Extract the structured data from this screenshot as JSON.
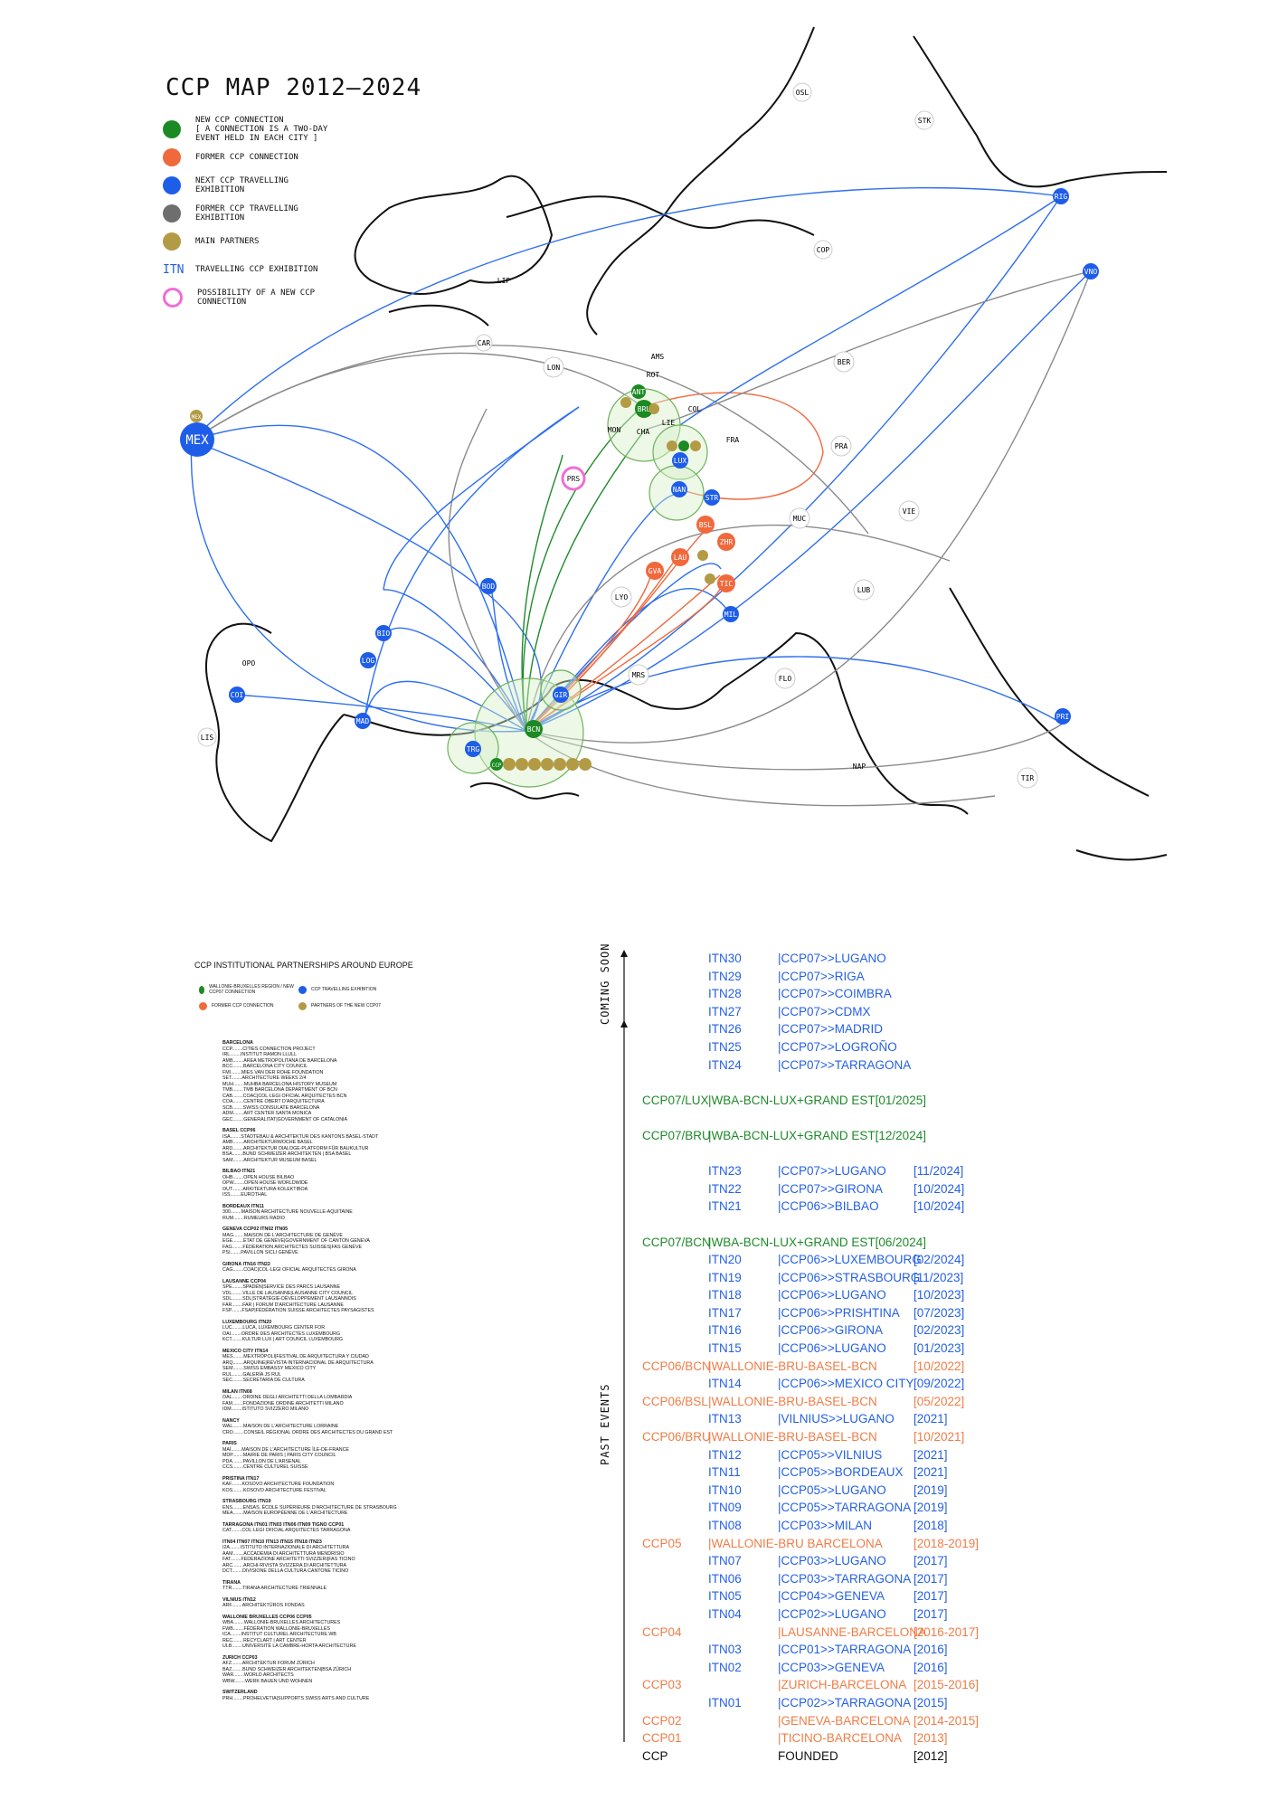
{
  "map": {
    "title": "CCP MAP 2012—2024",
    "legend": [
      {
        "kind": "dot",
        "color": "#1b8a22",
        "text": "NEW CCP CONNECTION\n[ A CONNECTION IS A TWO-DAY\nEVENT HELD IN EACH CITY ]"
      },
      {
        "kind": "dot",
        "color": "#f0693c",
        "text": "FORMER CCP CONNECTION"
      },
      {
        "kind": "dot",
        "color": "#1e5de8",
        "text": "NEXT CCP TRAVELLING\nEXHIBITION"
      },
      {
        "kind": "dot",
        "color": "#6e6e6e",
        "text": "FORMER CCP TRAVELLING\nEXHIBITION"
      },
      {
        "kind": "dot",
        "color": "#b39a45",
        "text": "MAIN PARTNERS"
      },
      {
        "kind": "itn",
        "key": "ITN",
        "color": "#1e5de8",
        "text": "TRAVELLING CCP EXHIBITION"
      },
      {
        "kind": "ring",
        "color": "#f06dd6",
        "text": "POSSIBILITY OF A NEW CCP\nCONNECTION"
      }
    ],
    "cities": [
      {
        "code": "OSL",
        "type": "label"
      },
      {
        "code": "STK",
        "type": "label"
      },
      {
        "code": "COP",
        "type": "label"
      },
      {
        "code": "LIP",
        "type": "label"
      },
      {
        "code": "CAR",
        "type": "label"
      },
      {
        "code": "LON",
        "type": "label"
      },
      {
        "code": "AMS",
        "type": "label"
      },
      {
        "code": "ROT",
        "type": "label"
      },
      {
        "code": "BER",
        "type": "label"
      },
      {
        "code": "COL",
        "type": "label"
      },
      {
        "code": "FRA",
        "type": "label"
      },
      {
        "code": "PRA",
        "type": "label"
      },
      {
        "code": "VIE",
        "type": "label"
      },
      {
        "code": "MUC",
        "type": "label"
      },
      {
        "code": "LUB",
        "type": "label"
      },
      {
        "code": "LYO",
        "type": "label"
      },
      {
        "code": "MRS",
        "type": "label"
      },
      {
        "code": "FLO",
        "type": "label"
      },
      {
        "code": "NAP",
        "type": "label"
      },
      {
        "code": "TIR",
        "type": "label"
      },
      {
        "code": "OPO",
        "type": "label"
      },
      {
        "code": "LIS",
        "type": "label"
      },
      {
        "code": "CHA",
        "type": "label"
      },
      {
        "code": "MON",
        "type": "label"
      },
      {
        "code": "LIE",
        "type": "label"
      },
      {
        "code": "RIG",
        "type": "blue"
      },
      {
        "code": "VNO",
        "type": "blue"
      },
      {
        "code": "MEX",
        "type": "blue"
      },
      {
        "code": "BOD",
        "type": "blue"
      },
      {
        "code": "BIO",
        "type": "blue"
      },
      {
        "code": "LOG",
        "type": "blue"
      },
      {
        "code": "COI",
        "type": "blue"
      },
      {
        "code": "MAD",
        "type": "blue"
      },
      {
        "code": "PRI",
        "type": "blue"
      },
      {
        "code": "MIL",
        "type": "blue"
      },
      {
        "code": "LUX",
        "type": "blue"
      },
      {
        "code": "NAN",
        "type": "blue"
      },
      {
        "code": "STR",
        "type": "blue"
      },
      {
        "code": "GIR",
        "type": "blue"
      },
      {
        "code": "TRG",
        "type": "blue"
      },
      {
        "code": "BRU",
        "type": "green"
      },
      {
        "code": "ANT",
        "type": "green"
      },
      {
        "code": "BCN",
        "type": "green"
      },
      {
        "code": "BSL",
        "type": "orange"
      },
      {
        "code": "ZHR",
        "type": "orange"
      },
      {
        "code": "LAU",
        "type": "orange"
      },
      {
        "code": "GVA",
        "type": "orange"
      },
      {
        "code": "TIC",
        "type": "orange"
      },
      {
        "code": "PRS",
        "type": "pink"
      },
      {
        "code": "MEX",
        "type": "partner"
      },
      {
        "code": "CCP",
        "type": "partner"
      }
    ]
  },
  "partnerships": {
    "title": "CCP INSTITUTIONAL PARTNERSHIPS AROUND EUROPE",
    "legend": [
      {
        "color": "#1b8a22",
        "text": "WALLONIE-BRUXELLES REGION / NEW CCP07 CONNECTION"
      },
      {
        "color": "#1e5de8",
        "text": "CCP TRAVELLING EXHIBITION"
      },
      {
        "color": "#f0693c",
        "text": "FORMER CCP CONNECTION"
      },
      {
        "color": "#b39a45",
        "text": "PARTNERS OF THE NEW CCP07"
      }
    ],
    "groups": [
      {
        "head": "BARCELONA",
        "items": [
          "CCP........CITIES CONNECTION PROJECT",
          "IRL........INSTITUT RAMON LLULL",
          "AMB........AREA METROPOLITANA DE BARCELONA",
          "BCC........BARCELONA CITY COUNCIL",
          "FMI........MIES VAN DER ROHE FOUNDATION",
          "SET........ARCHITECTURE WEEKS 2/4",
          "MUH........MUHBA BARCELONA HISTORY MUSEUM",
          "TMB........TMB BARCELONA DEPARTMENT OF BCN",
          "CAB........COAC|COL·LEGI OFICIAL ARQUITECTES BCN",
          "COA........CENTRE OBERT D'ARQUITECTURA",
          "SCB........SWISS CONSULATE BARCELONA",
          "ADM........ART CENTER SANTA MONICA",
          "GEC........GENERALITAT|GOVERNMENT OF CATALONIA"
        ]
      },
      {
        "head": "BASEL CCP06",
        "items": [
          "ISA........STADTEBAU & ARCHITEKTUR DES KANTONS BASEL-STADT",
          "AMB........ARCHITEKTURWOCHE BASEL",
          "ARD........ARCHITEKTUR DIALOGE-PLATFORM FÜR BAUKULTUR",
          "BSA........BUND SCHWEIZER ARCHITEKTEN | BSA BASEL",
          "SAM........ARCHITEKTUR MUSEUM BASEL"
        ]
      },
      {
        "head": "BILBAO ITN21",
        "items": [
          "OHB........OPEN HOUSE BILBAO",
          "OPW........OPEN HOUSE WORLDWIDE",
          "OUT........ARKITEKTURA KOLEKTIBOA",
          "ISS........EUROTHAL"
        ]
      },
      {
        "head": "BORDEAUX ITN11",
        "items": [
          "300........MAISON ARCHITECTURE NOUVELLE-AQUITAINE",
          "RUM........RUMEURS RADIO"
        ]
      },
      {
        "head": "GENEVA CCP02 ITN02 ITN05",
        "items": [
          "MAG........MAISON DE L'ARCHITECTURE DE GENÈVE",
          "EGE........ÉTAT DE GENÈVE|GOVERNMENT OF CANTON GENEVA",
          "FAG........FÉDÉRATION ARCHITECTES SUISSES|FAS GENÈVE",
          "PSI........PAVILLON SICLI GENÈVE"
        ]
      },
      {
        "head": "GIRONA ITN16 ITN22",
        "items": [
          "CAG........COAC|COL·LEGI OFICIAL ARQUITECTES GIRONA"
        ]
      },
      {
        "head": "LAUSANNE CCP04",
        "items": [
          "SPE........SPADÉN|SERVICE DES PARCS LAUSANNE",
          "VDL........VILLE DE LAUSANNE|LAUSANNE CITY COUNCIL",
          "SDL........SDL|STRATÉGIE-DÉVELOPPEMENT LAUSANNOIS",
          "FAR........FAR | FORUM D'ARCHITECTURE LAUSANNE",
          "FSP........FSAP|FÉDÉRATION SUISSE ARCHITECTES PAYSAGISTES"
        ]
      },
      {
        "head": "LUXEMBOURG ITN20",
        "items": [
          "LUC........LUCA, LUXEMBOURG CENTER FOR",
          "OAI........ORDRE DES ARCHITECTES LUXEMBOURG",
          "KCT........KULTUR LUX | ART COUNCIL LUXEMBOURG"
        ]
      },
      {
        "head": "MEXICO CITY ITN14",
        "items": [
          "MES........MEXTRÓPOLI|FESTIVAL DE ARQUITECTURA Y CIUDAD",
          "ARQ........ARQUINE|REVISTA INTERNACIONAL DE ARQUITECTURA",
          "SEM........SWISS EMBASSY MEXICO CITY",
          "RUL........GALERÍA JS RUL",
          "SEC........SECRETARÍA DE CULTURA"
        ]
      },
      {
        "head": "MILAN ITN08",
        "items": [
          "OAL........ORDINE DEGLI ARCHITETTI DELLA LOMBARDIA",
          "FAM........FONDAZIONE ORDINE ARCHITETTI MILANO",
          "IDM........ISTITUTO SVIZZERO MILANO"
        ]
      },
      {
        "head": "NANCY",
        "items": [
          "WAL........MAISON DE L'ARCHITECTURE LORRAINE",
          "CRO........CONSEIL RÉGIONAL ORDRE DES ARCHITECTES DU GRAND EST"
        ]
      },
      {
        "head": "PARIS",
        "items": [
          "MAÎ........MAISON DE L'ARCHITECTURE ÎLE-DE-FRANCE",
          "MDP........MAIRIE DE PARIS | PARIS CITY COUNCIL",
          "PDA........PAVILLON DE L'ARSENAL",
          "CCS........CENTRE CULTUREL SUISSE"
        ]
      },
      {
        "head": "PRISTINA ITN17",
        "items": [
          "KAF........KOSOVO ARCHITECTURE FOUNDATION",
          "KOS........KOSOVO ARCHITECTURE FESTIVAL"
        ]
      },
      {
        "head": "STRASBOURG ITN19",
        "items": [
          "ENS........ENSAS, ÉCOLE SUPÉRIEURE D'ARCHITECTURE DE STRASBOURG",
          "MEA........MAISON EUROPÉENNE DE L'ARCHITECTURE"
        ]
      },
      {
        "head": "TARRAGONA ITN01 ITN03 ITN06 ITN09 TIGNO CCP01",
        "items": [
          "CAT........COL·LEGI OFICIAL ARQUITECTES TARRAGONA"
        ]
      },
      {
        "head": "ITN04 ITN07 ITN10 ITN13 ITN15 ITN18 ITN23",
        "items": [
          "I2A........ISTITUTO INTERNAZIONALE DI ARCHITETTURA",
          "AAM........ACCADEMIA DI ARCHITETTURA MENDRISIO",
          "FAT........FEDERAZIONE ARCHITETTI SVIZZERI|FAS TICINO",
          "ARC........ARCHI-RIVISTA SVIZZERA DI ARCHITETTURA",
          "DCT........DIVISIONE DELLA CULTURA CANTONE TICINO"
        ]
      },
      {
        "head": "TIRANA",
        "items": [
          "TTR........TIRANA ARCHITECTURE TRIENNALE"
        ]
      },
      {
        "head": "VILNIUS ITN12",
        "items": [
          "ARF........ARCHITEKTŪROS FONDAS"
        ]
      },
      {
        "head": "WALLONIE BRUXELLES CCP06 CCP05",
        "items": [
          "WBA........WALLONIE-BRUXELLES ARCHITECTURES",
          "FWB........FÉDÉRATION WALLONIE-BRUXELLES",
          "ICA........INSTITUT CULTUREL ARCHITECTURE WB",
          "REC........RECYCLART | ART CENTER",
          "ULB........UNIVERSITÉ LA CAMBRE-HORTA ARCHITECTURE"
        ]
      },
      {
        "head": "ZURICH CCP03",
        "items": [
          "AFZ........ARCHITEKTUR FORUM ZÜRICH",
          "BAZ........BUND SCHWEIZER ARCHITEKTEN|BSA ZÜRICH",
          "WAR........WORLD ARCHITECTS",
          "WBW........WERK BAUEN UND WOHNEN"
        ]
      },
      {
        "head": "SWITZERLAND",
        "items": [
          "PRH........PROHELVETIA|SUPPORTS SWISS ARTS AND CULTURE"
        ]
      }
    ]
  },
  "timeline": {
    "coming_soon": "COMING SOON",
    "past_events": "PAST EVENTS",
    "rows": [
      {
        "code": "",
        "itn": "ITN30",
        "route": "|CCP07>>LUGANO",
        "date": "",
        "color": "blue"
      },
      {
        "code": "",
        "itn": "ITN29",
        "route": "|CCP07>>RIGA",
        "date": "",
        "color": "blue"
      },
      {
        "code": "",
        "itn": "ITN28",
        "route": "|CCP07>>COIMBRA",
        "date": "",
        "color": "blue"
      },
      {
        "code": "",
        "itn": "ITN27",
        "route": "|CCP07>>CDMX",
        "date": "",
        "color": "blue"
      },
      {
        "code": "",
        "itn": "ITN26",
        "route": "|CCP07>>MADRID",
        "date": "",
        "color": "blue"
      },
      {
        "code": "",
        "itn": "ITN25",
        "route": "|CCP07>>LOGROÑO",
        "date": "",
        "color": "blue"
      },
      {
        "code": "",
        "itn": "ITN24",
        "route": "|CCP07>>TARRAGONA",
        "date": "",
        "color": "blue"
      },
      {
        "code": "",
        "itn": "",
        "route": "",
        "date": "",
        "color": "blue"
      },
      {
        "code": "CCP07/LUX",
        "itn": "|WBA-BCN-LUX+GRAND EST[01/2025]",
        "route": "",
        "date": "",
        "color": "green"
      },
      {
        "code": "",
        "itn": "",
        "route": "",
        "date": "",
        "color": "blue"
      },
      {
        "code": "CCP07/BRU",
        "itn": "|WBA-BCN-LUX+GRAND EST[12/2024]",
        "route": "",
        "date": "",
        "color": "green"
      },
      {
        "code": "",
        "itn": "",
        "route": "",
        "date": "",
        "color": "blue"
      },
      {
        "code": "",
        "itn": "ITN23",
        "route": "|CCP07>>LUGANO",
        "date": "[11/2024]",
        "color": "blue"
      },
      {
        "code": "",
        "itn": "ITN22",
        "route": "|CCP07>>GIRONA",
        "date": "[10/2024]",
        "color": "blue"
      },
      {
        "code": "",
        "itn": "ITN21",
        "route": "|CCP06>>BILBAO",
        "date": "[10/2024]",
        "color": "blue"
      },
      {
        "code": "",
        "itn": "",
        "route": "",
        "date": "",
        "color": "blue"
      },
      {
        "code": "CCP07/BCN",
        "itn": "|WBA-BCN-LUX+GRAND EST[06/2024]",
        "route": "",
        "date": "",
        "color": "green"
      },
      {
        "code": "",
        "itn": "ITN20",
        "route": "|CCP06>>LUXEMBOURG",
        "date": "[02/2024]",
        "color": "blue"
      },
      {
        "code": "",
        "itn": "ITN19",
        "route": "|CCP06>>STRASBOURG",
        "date": "[11/2023]",
        "color": "blue"
      },
      {
        "code": "",
        "itn": "ITN18",
        "route": "|CCP06>>LUGANO",
        "date": "[10/2023]",
        "color": "blue"
      },
      {
        "code": "",
        "itn": "ITN17",
        "route": "|CCP06>>PRISHTINA",
        "date": "[07/2023]",
        "color": "blue"
      },
      {
        "code": "",
        "itn": "ITN16",
        "route": "|CCP06>>GIRONA",
        "date": "[02/2023]",
        "color": "blue"
      },
      {
        "code": "",
        "itn": "ITN15",
        "route": "|CCP06>>LUGANO",
        "date": "[01/2023]",
        "color": "blue"
      },
      {
        "code": "CCP06/BCN",
        "itn": "|WALLONIE-BRU-BASEL-BCN",
        "route": "",
        "date": "[10/2022]",
        "color": "orange"
      },
      {
        "code": "",
        "itn": "ITN14",
        "route": "|CCP06>>MEXICO CITY",
        "date": "[09/2022]",
        "color": "blue"
      },
      {
        "code": "CCP06/BSL",
        "itn": "|WALLONIE-BRU-BASEL-BCN",
        "route": "",
        "date": "[05/2022]",
        "color": "orange"
      },
      {
        "code": "",
        "itn": "ITN13",
        "route": "|VILNIUS>>LUGANO",
        "date": "[2021]",
        "color": "blue"
      },
      {
        "code": "CCP06/BRU",
        "itn": "|WALLONIE-BRU-BASEL-BCN",
        "route": "",
        "date": "[10/2021]",
        "color": "orange"
      },
      {
        "code": "",
        "itn": "ITN12",
        "route": "|CCP05>>VILNIUS",
        "date": "[2021]",
        "color": "blue"
      },
      {
        "code": "",
        "itn": "ITN11",
        "route": "|CCP05>>BORDEAUX",
        "date": "[2021]",
        "color": "blue"
      },
      {
        "code": "",
        "itn": "ITN10",
        "route": "|CCP05>>LUGANO",
        "date": "[2019]",
        "color": "blue"
      },
      {
        "code": "",
        "itn": "ITN09",
        "route": "|CCP05>>TARRAGONA",
        "date": "[2019]",
        "color": "blue"
      },
      {
        "code": "",
        "itn": "ITN08",
        "route": "|CCP03>>MILAN",
        "date": "[2018]",
        "color": "blue"
      },
      {
        "code": "CCP05",
        "itn": "|WALLONIE-BRU BARCELONA",
        "route": "",
        "date": "[2018-2019]",
        "color": "orange"
      },
      {
        "code": "",
        "itn": "ITN07",
        "route": "|CCP03>>LUGANO",
        "date": "[2017]",
        "color": "blue"
      },
      {
        "code": "",
        "itn": "ITN06",
        "route": "|CCP03>>TARRAGONA",
        "date": "[2017]",
        "color": "blue"
      },
      {
        "code": "",
        "itn": "ITN05",
        "route": "|CCP04>>GENEVA",
        "date": "[2017]",
        "color": "blue"
      },
      {
        "code": "",
        "itn": "ITN04",
        "route": "|CCP02>>LUGANO",
        "date": "[2017]",
        "color": "blue"
      },
      {
        "code": "CCP04",
        "itn": "",
        "route": "|LAUSANNE-BARCELONA",
        "date": "[2016-2017]",
        "color": "orange"
      },
      {
        "code": "",
        "itn": "ITN03",
        "route": "|CCP01>>TARRAGONA",
        "date": "[2016]",
        "color": "blue"
      },
      {
        "code": "",
        "itn": "ITN02",
        "route": "|CCP03>>GENEVA",
        "date": "[2016]",
        "color": "blue"
      },
      {
        "code": "CCP03",
        "itn": "",
        "route": "|ZURICH-BARCELONA",
        "date": "[2015-2016]",
        "color": "orange"
      },
      {
        "code": "",
        "itn": "ITN01",
        "route": "|CCP02>>TARRAGONA",
        "date": "[2015]",
        "color": "blue"
      },
      {
        "code": "CCP02",
        "itn": "",
        "route": "|GENEVA-BARCELONA",
        "date": "[2014-2015]",
        "color": "orange"
      },
      {
        "code": "CCP01",
        "itn": "",
        "route": "|TICINO-BARCELONA",
        "date": "[2013]",
        "color": "orange"
      },
      {
        "code": "CCP",
        "itn": "",
        "route": "FOUNDED",
        "date": "[2012]",
        "color": "black"
      }
    ]
  }
}
